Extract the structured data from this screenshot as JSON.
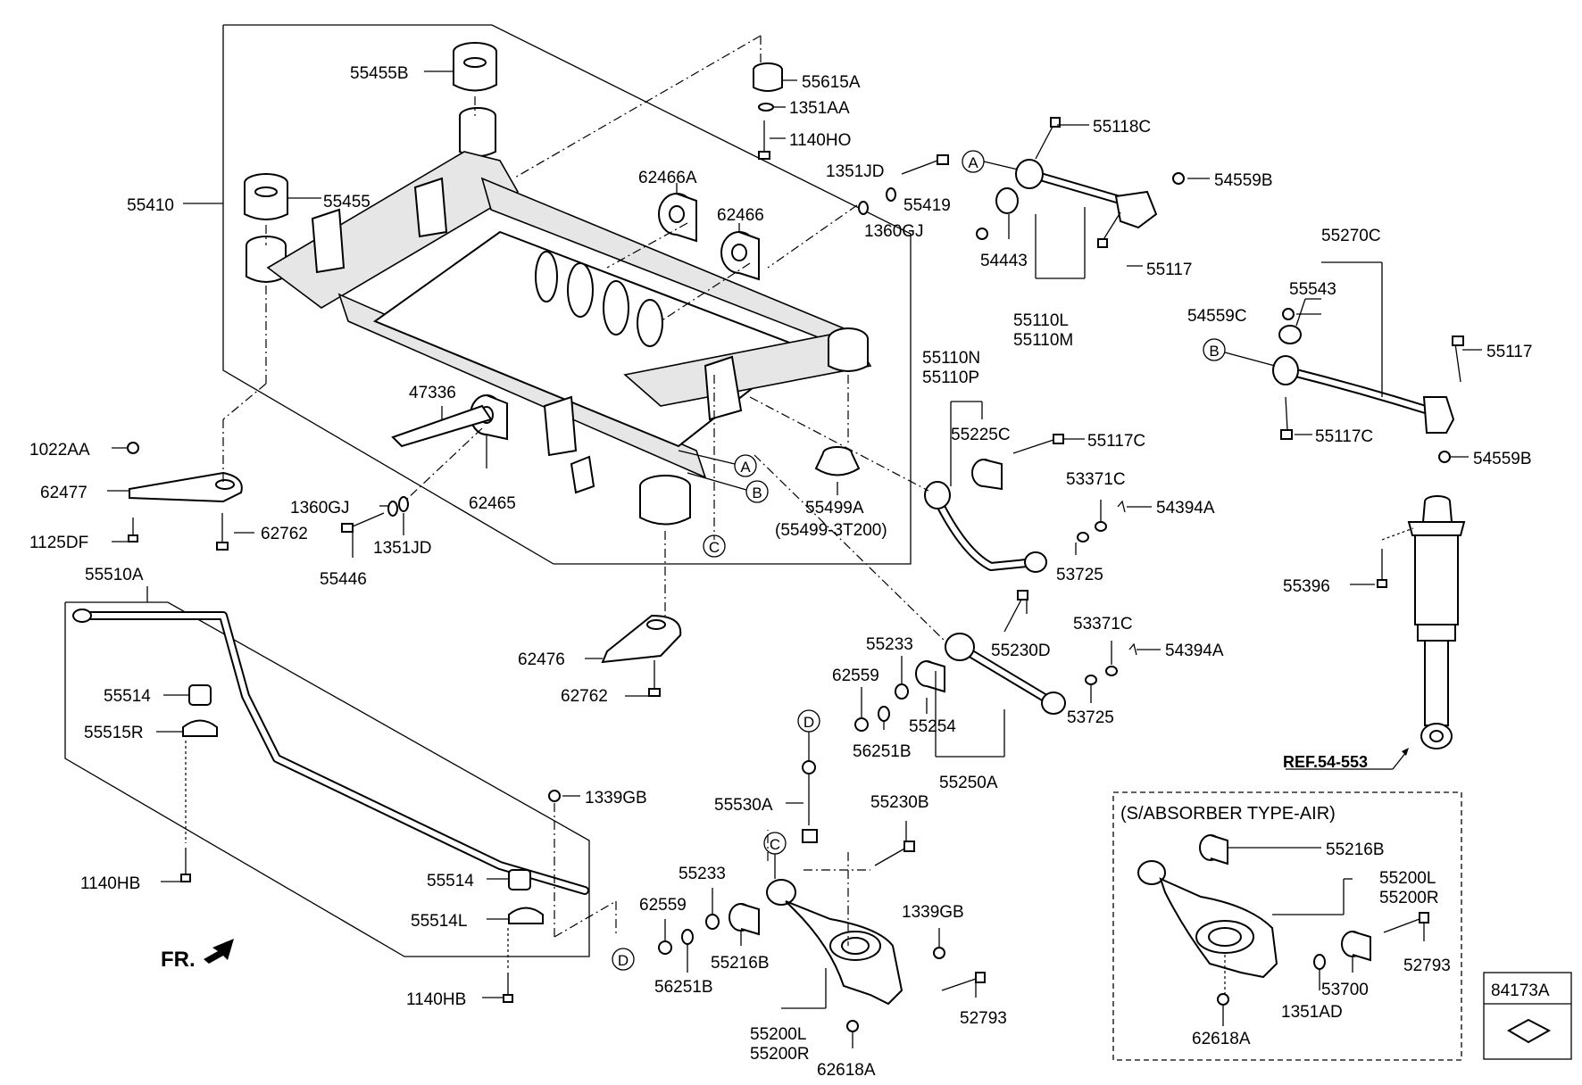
{
  "labels": [
    {
      "id": "p55455B",
      "t": "55455B"
    },
    {
      "id": "p55615A",
      "t": "55615A"
    },
    {
      "id": "p1351AA",
      "t": "1351AA"
    },
    {
      "id": "p1140HO",
      "t": "1140HO"
    },
    {
      "id": "p55118C",
      "t": "55118C"
    },
    {
      "id": "p62466A",
      "t": "62466A"
    },
    {
      "id": "p1351JD_a",
      "t": "1351JD"
    },
    {
      "id": "p55419",
      "t": "55419"
    },
    {
      "id": "p1360GJ_a",
      "t": "1360GJ"
    },
    {
      "id": "p54559B_a",
      "t": "54559B"
    },
    {
      "id": "p55410",
      "t": "55410"
    },
    {
      "id": "p55455",
      "t": "55455"
    },
    {
      "id": "p62466",
      "t": "62466"
    },
    {
      "id": "p54443",
      "t": "54443"
    },
    {
      "id": "p55117_a",
      "t": "55117"
    },
    {
      "id": "p55270C",
      "t": "55270C"
    },
    {
      "id": "p55110L",
      "t": "55110L"
    },
    {
      "id": "p55110M",
      "t": "55110M"
    },
    {
      "id": "p55543",
      "t": "55543"
    },
    {
      "id": "p54559C",
      "t": "54559C"
    },
    {
      "id": "p55110N",
      "t": "55110N"
    },
    {
      "id": "p55110P",
      "t": "55110P"
    },
    {
      "id": "p55117_b",
      "t": "55117"
    },
    {
      "id": "p47336",
      "t": "47336"
    },
    {
      "id": "p55225C",
      "t": "55225C"
    },
    {
      "id": "p55117C_a",
      "t": "55117C"
    },
    {
      "id": "p55117C_b",
      "t": "55117C"
    },
    {
      "id": "p54559B_b",
      "t": "54559B"
    },
    {
      "id": "p1022AA",
      "t": "1022AA"
    },
    {
      "id": "p62477",
      "t": "62477"
    },
    {
      "id": "p1125DF",
      "t": "1125DF"
    },
    {
      "id": "p1360GJ_b",
      "t": "1360GJ"
    },
    {
      "id": "p62762_a",
      "t": "62762"
    },
    {
      "id": "p1351JD_b",
      "t": "1351JD"
    },
    {
      "id": "p55446",
      "t": "55446"
    },
    {
      "id": "p62465",
      "t": "62465"
    },
    {
      "id": "p55499A",
      "t": "55499A"
    },
    {
      "id": "p55499_3T200",
      "t": "(55499-3T200)"
    },
    {
      "id": "p53371C_a",
      "t": "53371C"
    },
    {
      "id": "p54394A_a",
      "t": "54394A"
    },
    {
      "id": "p53725_a",
      "t": "53725"
    },
    {
      "id": "p55396",
      "t": "55396"
    },
    {
      "id": "p55510A",
      "t": "55510A"
    },
    {
      "id": "p62476",
      "t": "62476"
    },
    {
      "id": "p62762_b",
      "t": "62762"
    },
    {
      "id": "p55514_a",
      "t": "55514"
    },
    {
      "id": "p55515R",
      "t": "55515R"
    },
    {
      "id": "p55233_a",
      "t": "55233"
    },
    {
      "id": "p55230D",
      "t": "55230D"
    },
    {
      "id": "p53371C_b",
      "t": "53371C"
    },
    {
      "id": "p54394A_b",
      "t": "54394A"
    },
    {
      "id": "p62559_a",
      "t": "62559"
    },
    {
      "id": "p55254",
      "t": "55254"
    },
    {
      "id": "p56251B_a",
      "t": "56251B"
    },
    {
      "id": "p53725_b",
      "t": "53725"
    },
    {
      "id": "p55250A",
      "t": "55250A"
    },
    {
      "id": "pREF",
      "t": "REF.54-553"
    },
    {
      "id": "p1339GB_a",
      "t": "1339GB"
    },
    {
      "id": "p55530A",
      "t": "55530A"
    },
    {
      "id": "p55230B",
      "t": "55230B"
    },
    {
      "id": "p1140HB_a",
      "t": "1140HB"
    },
    {
      "id": "p55514_b",
      "t": "55514"
    },
    {
      "id": "p55233_b",
      "t": "55233"
    },
    {
      "id": "p62559_b",
      "t": "62559"
    },
    {
      "id": "p1339GB_b",
      "t": "1339GB"
    },
    {
      "id": "p55514L",
      "t": "55514L"
    },
    {
      "id": "p55216B_a",
      "t": "55216B"
    },
    {
      "id": "p56251B_b",
      "t": "56251B"
    },
    {
      "id": "pFR",
      "t": "FR."
    },
    {
      "id": "p52793_a",
      "t": "52793"
    },
    {
      "id": "p1140HB_b",
      "t": "1140HB"
    },
    {
      "id": "p55200L_a",
      "t": "55200L"
    },
    {
      "id": "p55200R_a",
      "t": "55200R"
    },
    {
      "id": "p62618A_a",
      "t": "62618A"
    },
    {
      "id": "pSABS",
      "t": "(S/ABSORBER TYPE-AIR)"
    },
    {
      "id": "p55216B_b",
      "t": "55216B"
    },
    {
      "id": "p55200L_b",
      "t": "55200L"
    },
    {
      "id": "p55200R_b",
      "t": "55200R"
    },
    {
      "id": "p52793_b",
      "t": "52793"
    },
    {
      "id": "p53700",
      "t": "53700"
    },
    {
      "id": "p1351AD",
      "t": "1351AD"
    },
    {
      "id": "p62618A_b",
      "t": "62618A"
    },
    {
      "id": "p84173A",
      "t": "84173A"
    }
  ],
  "markers": {
    "A": "A",
    "B": "B",
    "C": "C",
    "D": "D"
  }
}
